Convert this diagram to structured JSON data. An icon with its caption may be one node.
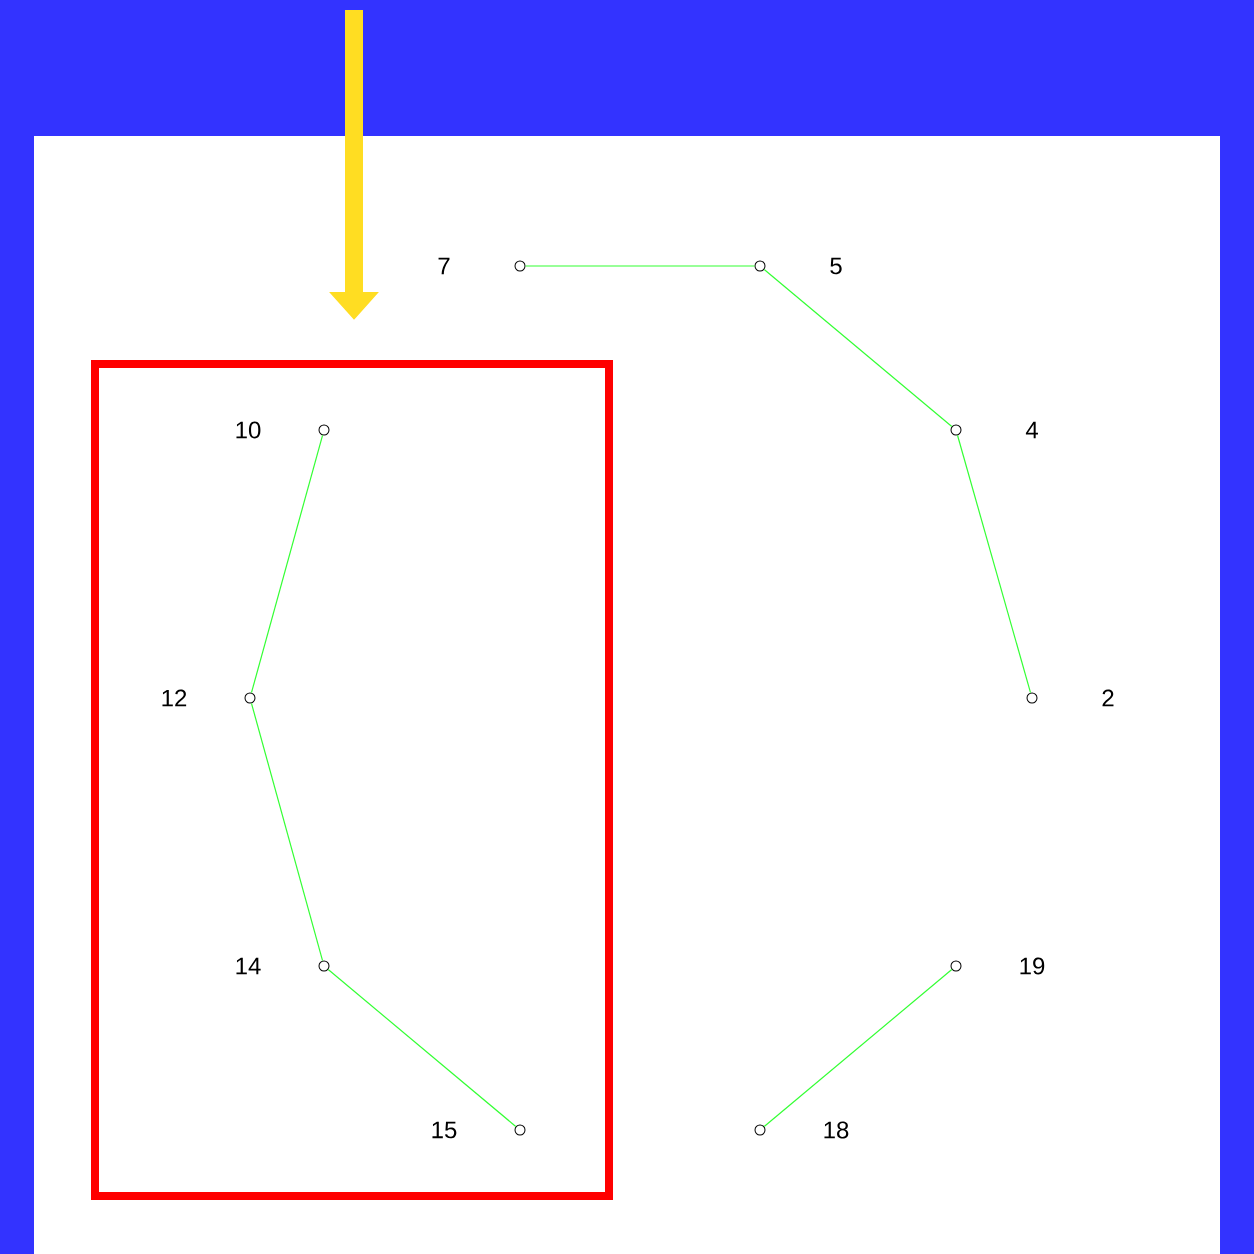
{
  "diagram": {
    "nodes": [
      {
        "text": [],
        "shape": "circle",
        "beside": [
          "7"
        ]
      },
      {
        "text": [],
        "shape": "circle",
        "beside": [
          "5"
        ]
      },
      {
        "text": [],
        "shape": "circle",
        "beside": [
          "4"
        ]
      },
      {
        "text": [],
        "shape": "circle",
        "beside": [
          "2"
        ]
      },
      {
        "text": [],
        "shape": "circle",
        "beside": [
          "19"
        ]
      },
      {
        "text": [],
        "shape": "circle",
        "beside": [
          "18"
        ]
      },
      {
        "text": [],
        "shape": "box"
      },
      {
        "text": [],
        "shape": "circle",
        "beside": [
          "10"
        ],
        "in": 6
      },
      {
        "text": [],
        "shape": "circle",
        "beside": [
          "12"
        ],
        "in": 6
      },
      {
        "text": [],
        "shape": "circle",
        "beside": [
          "14"
        ],
        "in": 6
      },
      {
        "text": [],
        "shape": "circle",
        "beside": [
          "15"
        ],
        "in": 6
      }
    ],
    "edges": [
      {
        "from": 0,
        "to": 1,
        "arrow": "none"
      },
      {
        "from": 1,
        "to": 2,
        "arrow": "none"
      },
      {
        "from": 2,
        "to": 3,
        "arrow": "none"
      },
      {
        "from": 4,
        "to": 5,
        "arrow": "none"
      },
      {
        "from": 7,
        "to": 8,
        "arrow": "none"
      },
      {
        "from": 8,
        "to": 9,
        "arrow": "none"
      },
      {
        "from": 9,
        "to": 10,
        "arrow": "none"
      },
      {
        "from": null,
        "to": 6,
        "arrow": "to",
        "style": "thick",
        "color": "#ffdd22"
      }
    ]
  }
}
